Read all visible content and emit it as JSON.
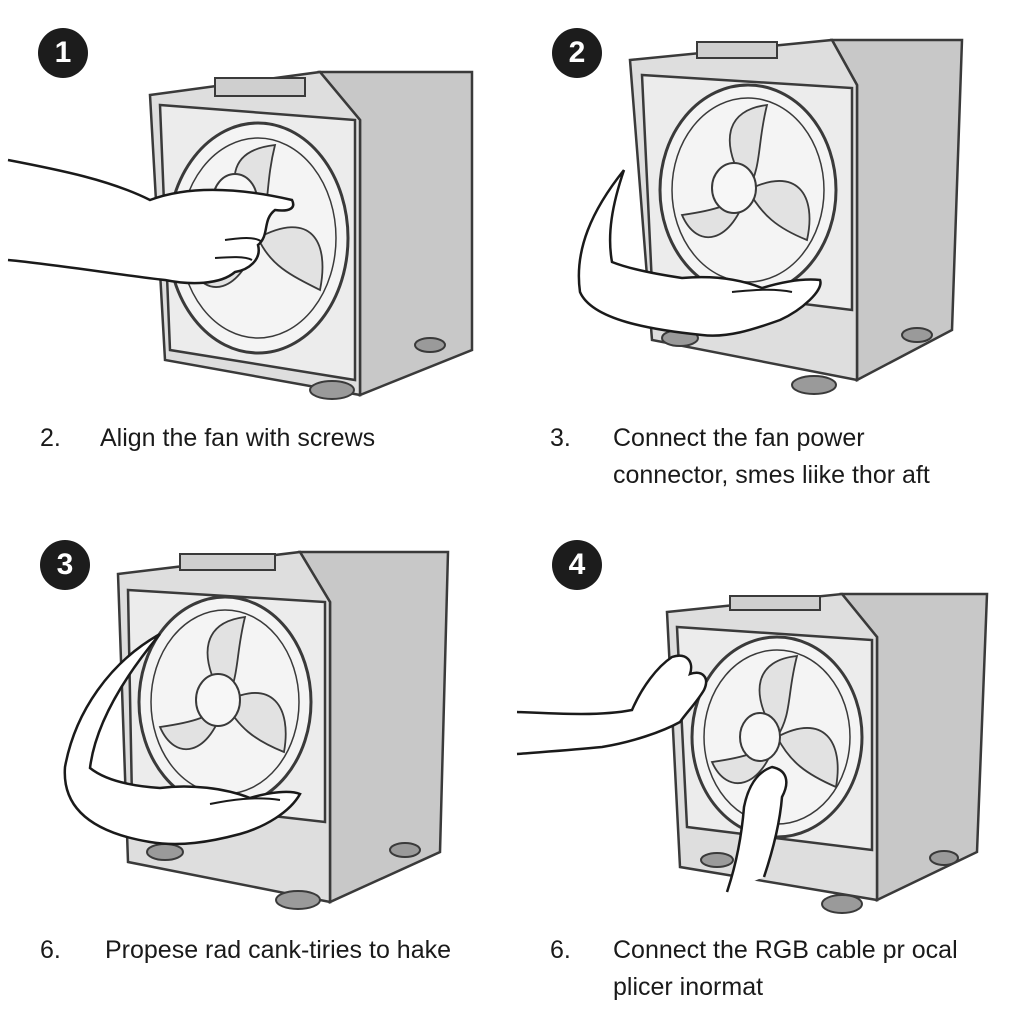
{
  "steps": [
    {
      "badge": "1",
      "number": "2.",
      "text": "Align the fan with  screws"
    },
    {
      "badge": "2",
      "number": "3.",
      "text": "Connect the fan power\nconnector, smes liike thor aft"
    },
    {
      "badge": "3",
      "number": "6.",
      "text": "Propese rad cank-tiries to hake"
    },
    {
      "badge": "4",
      "number": "6.",
      "text": "Connect the RGB cable pr ocal\nplicer inormat"
    }
  ],
  "colors": {
    "badge_bg": "#1c1c1c",
    "case_fill": "#d9d9d9",
    "case_side": "#c4c4c4",
    "line": "#3a3a3a",
    "fan_fill": "#f2f2f2"
  },
  "icons": {
    "illustration": "pc-case-fan-install-illustration",
    "hand": "hand-icon"
  }
}
